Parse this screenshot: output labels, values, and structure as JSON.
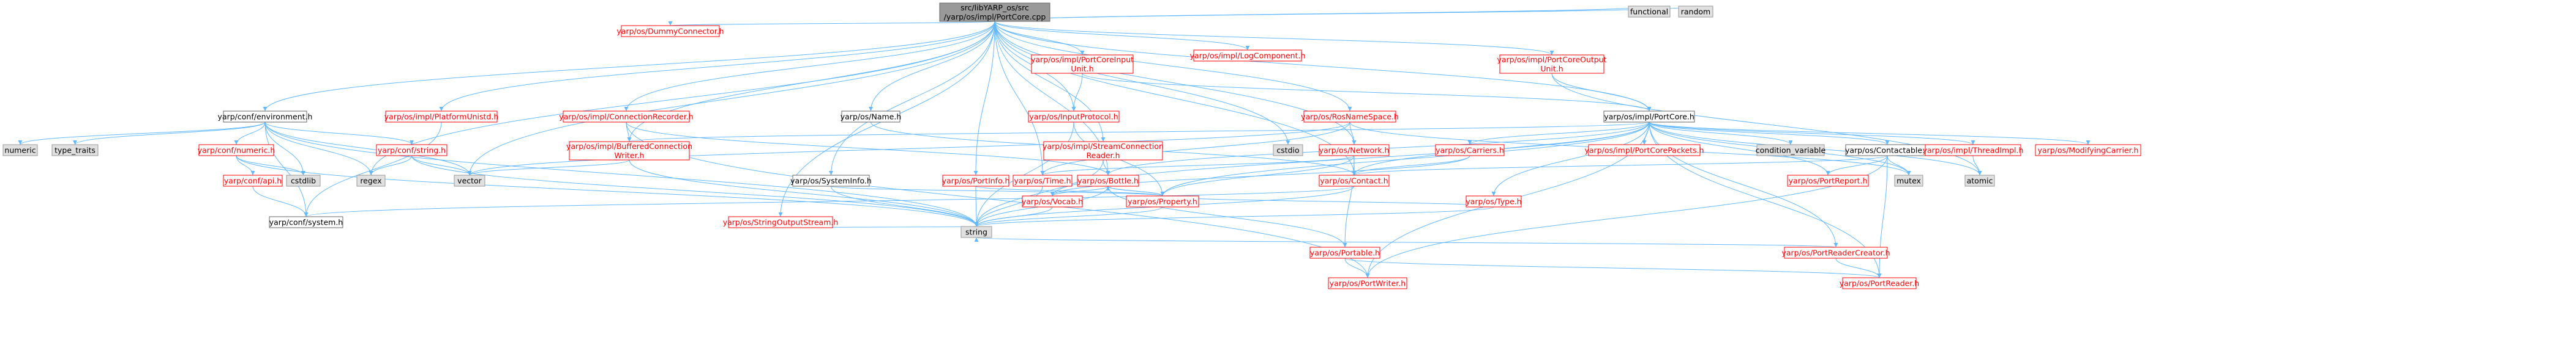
{
  "nodes": {
    "root": {
      "lines": [
        "src/libYARP_os/src",
        "/yarp/os/impl/PortCore.cpp"
      ],
      "kind": "root"
    },
    "environment": {
      "lines": [
        "yarp/conf/environment.h"
      ],
      "kind": "plain"
    },
    "platformunistd": {
      "lines": [
        "yarp/os/impl/PlatformUnistd.h"
      ],
      "kind": "link"
    },
    "dummyconn": {
      "lines": [
        "yarp/os/DummyConnector.h"
      ],
      "kind": "link"
    },
    "connrecorder": {
      "lines": [
        "yarp/os/impl/ConnectionRecorder.h"
      ],
      "kind": "link"
    },
    "name": {
      "lines": [
        "yarp/os/Name.h"
      ],
      "kind": "plain"
    },
    "portcoreinput": {
      "lines": [
        "yarp/os/impl/PortCoreInput",
        "Unit.h"
      ],
      "kind": "link"
    },
    "logcomponent": {
      "lines": [
        "yarp/os/impl/LogComponent.h"
      ],
      "kind": "link"
    },
    "inputprotocol": {
      "lines": [
        "yarp/os/InputProtocol.h"
      ],
      "kind": "link"
    },
    "rosnamespace": {
      "lines": [
        "yarp/os/RosNameSpace.h"
      ],
      "kind": "link"
    },
    "portcoreoutput": {
      "lines": [
        "yarp/os/impl/PortCoreOutput",
        "Unit.h"
      ],
      "kind": "link"
    },
    "functional": {
      "lines": [
        "functional"
      ],
      "kind": "sys"
    },
    "random": {
      "lines": [
        "random"
      ],
      "kind": "sys"
    },
    "portcore_h": {
      "lines": [
        "yarp/os/impl/PortCore.h"
      ],
      "kind": "plain"
    },
    "numeric_sys": {
      "lines": [
        "numeric"
      ],
      "kind": "sys"
    },
    "type_traits": {
      "lines": [
        "type_traits"
      ],
      "kind": "sys"
    },
    "confnumeric": {
      "lines": [
        "yarp/conf/numeric.h"
      ],
      "kind": "link"
    },
    "confstring": {
      "lines": [
        "yarp/conf/string.h"
      ],
      "kind": "link"
    },
    "cstdlib": {
      "lines": [
        "cstdlib"
      ],
      "kind": "sys"
    },
    "regex": {
      "lines": [
        "regex"
      ],
      "kind": "sys"
    },
    "vector": {
      "lines": [
        "vector"
      ],
      "kind": "sys"
    },
    "confapi": {
      "lines": [
        "yarp/conf/api.h"
      ],
      "kind": "link"
    },
    "confsystem": {
      "lines": [
        "yarp/conf/system.h"
      ],
      "kind": "plain"
    },
    "bufconnwriter": {
      "lines": [
        "yarp/os/impl/BufferedConnection",
        "Writer.h"
      ],
      "kind": "link"
    },
    "streamconnreader": {
      "lines": [
        "yarp/os/impl/StreamConnection",
        "Reader.h"
      ],
      "kind": "link"
    },
    "cstdio": {
      "lines": [
        "cstdio"
      ],
      "kind": "sys"
    },
    "network": {
      "lines": [
        "yarp/os/Network.h"
      ],
      "kind": "link"
    },
    "carriers": {
      "lines": [
        "yarp/os/Carriers.h"
      ],
      "kind": "link"
    },
    "systeminfo": {
      "lines": [
        "yarp/os/SystemInfo.h"
      ],
      "kind": "plain"
    },
    "portinfo": {
      "lines": [
        "yarp/os/PortInfo.h"
      ],
      "kind": "link"
    },
    "time": {
      "lines": [
        "yarp/os/Time.h"
      ],
      "kind": "link"
    },
    "bottle": {
      "lines": [
        "yarp/os/Bottle.h"
      ],
      "kind": "link"
    },
    "contact": {
      "lines": [
        "yarp/os/Contact.h"
      ],
      "kind": "link"
    },
    "vocab": {
      "lines": [
        "yarp/os/Vocab.h"
      ],
      "kind": "link"
    },
    "property": {
      "lines": [
        "yarp/os/Property.h"
      ],
      "kind": "link"
    },
    "stringoutputstream": {
      "lines": [
        "yarp/os/StringOutputStream.h"
      ],
      "kind": "link"
    },
    "string": {
      "lines": [
        "string"
      ],
      "kind": "sys"
    },
    "type": {
      "lines": [
        "yarp/os/Type.h"
      ],
      "kind": "link"
    },
    "portable": {
      "lines": [
        "yarp/os/Portable.h"
      ],
      "kind": "link"
    },
    "portwriter": {
      "lines": [
        "yarp/os/PortWriter.h"
      ],
      "kind": "link"
    },
    "portcorepackets": {
      "lines": [
        "yarp/os/impl/PortCorePackets.h"
      ],
      "kind": "link"
    },
    "condvar": {
      "lines": [
        "condition_variable"
      ],
      "kind": "sys"
    },
    "contactable": {
      "lines": [
        "yarp/os/Contactable.h"
      ],
      "kind": "plain"
    },
    "threadimpl": {
      "lines": [
        "yarp/os/impl/ThreadImpl.h"
      ],
      "kind": "link"
    },
    "modifyingcarrier": {
      "lines": [
        "yarp/os/ModifyingCarrier.h"
      ],
      "kind": "link"
    },
    "mutex": {
      "lines": [
        "mutex"
      ],
      "kind": "sys"
    },
    "atomic": {
      "lines": [
        "atomic"
      ],
      "kind": "sys"
    },
    "portreport": {
      "lines": [
        "yarp/os/PortReport.h"
      ],
      "kind": "link"
    },
    "portreadercreator": {
      "lines": [
        "yarp/os/PortReaderCreator.h"
      ],
      "kind": "link"
    },
    "portreader": {
      "lines": [
        "yarp/os/PortReader.h"
      ],
      "kind": "link"
    }
  },
  "colors": {
    "edge": "#63b8ff",
    "link_text": "#ff0000",
    "root_fill": "#999999",
    "sys_fill": "#e0e0e0"
  }
}
